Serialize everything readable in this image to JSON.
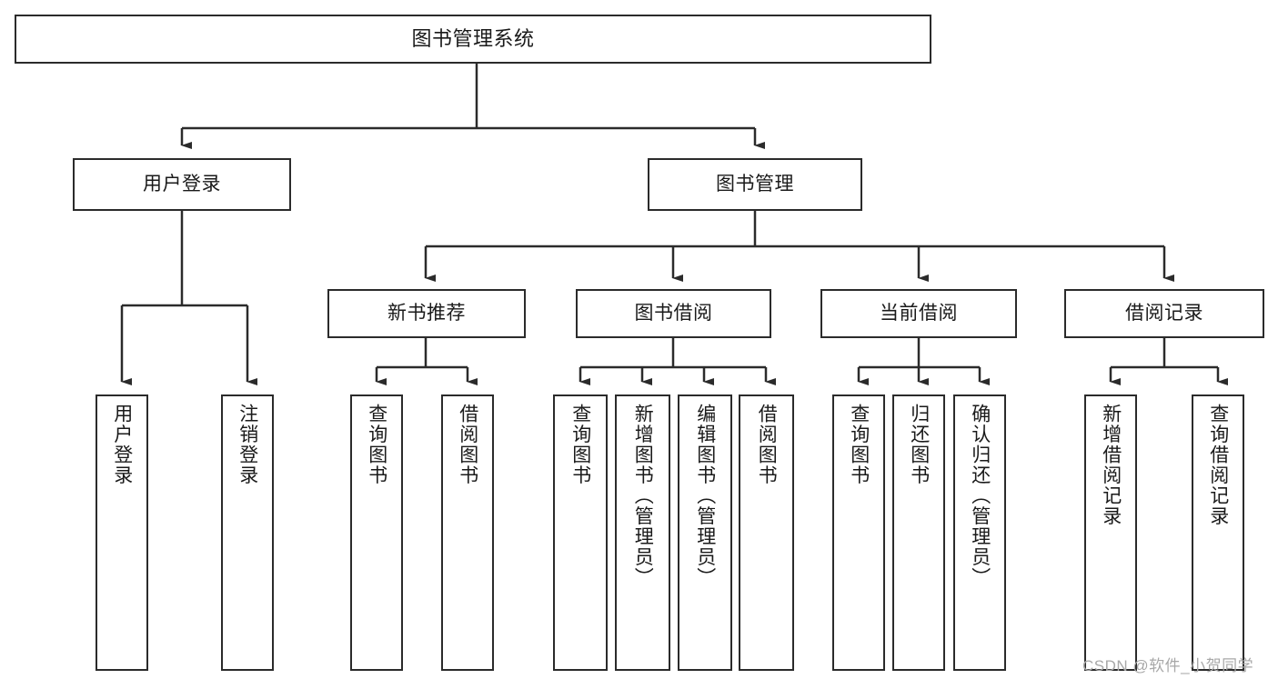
{
  "diagram": {
    "title": "图书管理系统",
    "type": "hierarchy-tree",
    "levels": 4,
    "nodes": {
      "root": {
        "label": "图书管理系统"
      },
      "level1": [
        {
          "id": "user-login",
          "label": "用户登录"
        },
        {
          "id": "book-manage",
          "label": "图书管理"
        }
      ],
      "level2": [
        {
          "id": "new-book-rec",
          "label": "新书推荐",
          "parent": "book-manage"
        },
        {
          "id": "book-borrow",
          "label": "图书借阅",
          "parent": "book-manage"
        },
        {
          "id": "current-borrow",
          "label": "当前借阅",
          "parent": "book-manage"
        },
        {
          "id": "borrow-record",
          "label": "借阅记录",
          "parent": "book-manage"
        }
      ],
      "leaves": [
        {
          "id": "leaf-user-login",
          "label": "用户登录",
          "parent": "user-login"
        },
        {
          "id": "leaf-logout",
          "label": "注销登录",
          "parent": "user-login"
        },
        {
          "id": "leaf-query-book-1",
          "label": "查询图书",
          "parent": "new-book-rec"
        },
        {
          "id": "leaf-borrow-book-1",
          "label": "借阅图书",
          "parent": "new-book-rec"
        },
        {
          "id": "leaf-query-book-2",
          "label": "查询图书",
          "parent": "book-borrow"
        },
        {
          "id": "leaf-add-book",
          "label": "新增图书（管理员）",
          "parent": "book-borrow"
        },
        {
          "id": "leaf-edit-book",
          "label": "编辑图书（管理员）",
          "parent": "book-borrow"
        },
        {
          "id": "leaf-borrow-book-2",
          "label": "借阅图书",
          "parent": "book-borrow"
        },
        {
          "id": "leaf-query-book-3",
          "label": "查询图书",
          "parent": "current-borrow"
        },
        {
          "id": "leaf-return-book",
          "label": "归还图书",
          "parent": "current-borrow"
        },
        {
          "id": "leaf-confirm-return",
          "label": "确认归还（管理员）",
          "parent": "current-borrow"
        },
        {
          "id": "leaf-add-record",
          "label": "新增借阅记录",
          "parent": "borrow-record"
        },
        {
          "id": "leaf-query-record",
          "label": "查询借阅记录",
          "parent": "borrow-record"
        }
      ]
    },
    "watermark": "CSDN @软件_小贺同学",
    "colors": {
      "stroke": "#2b2b2b",
      "fill": "#ffffff",
      "text": "#1a1a1a",
      "watermark": "#a8a8a8"
    }
  }
}
